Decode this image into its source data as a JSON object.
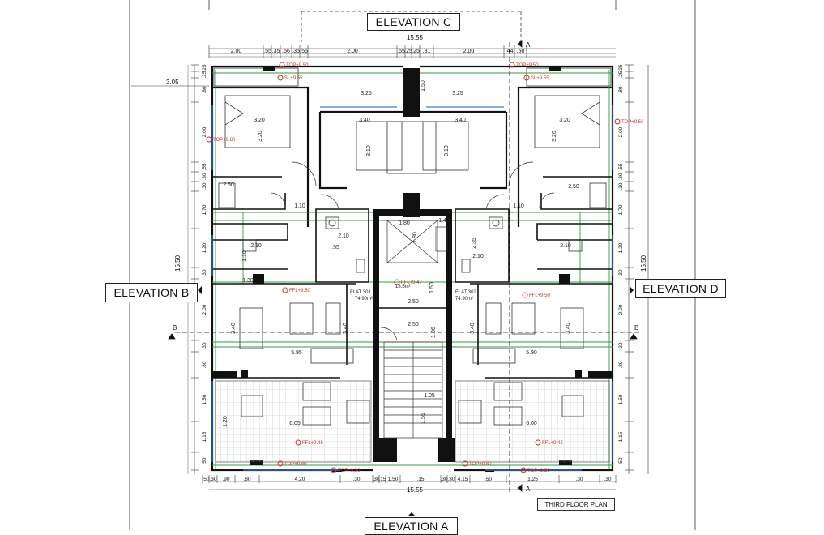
{
  "drawing": {
    "elevations": {
      "top": "ELEVATION C",
      "bottom": "ELEVATION A",
      "left": "ELEVATION B",
      "right": "ELEVATION D"
    },
    "sheet_title": "THIRD FLOOR PLAN",
    "section_markers": [
      "A",
      "A",
      "B",
      "B"
    ],
    "overall": {
      "width": "15.55",
      "height": "15.50"
    },
    "top_dims": [
      "2.00",
      ".55",
      ".35",
      ".56",
      ".35",
      ".56",
      "2.00",
      ".55",
      ".25",
      ".25",
      ".81",
      "2.00",
      ".44",
      ".50"
    ],
    "bottom_dims": [
      ".50",
      ".30",
      ".90",
      ".80",
      "4.20",
      ".30",
      ".30",
      ".15",
      "1.50",
      ".15",
      ".30",
      ".30",
      "4.15",
      ".50",
      "1.25",
      ".30",
      ".30"
    ],
    "left_dims": [
      ".25",
      ".25",
      ".80",
      "2.00",
      ".55",
      ".30",
      ".30",
      "1.70",
      "1.20",
      ".30",
      "2.00",
      ".30",
      ".80",
      "1.50",
      "1.15",
      ".50"
    ],
    "left_offset": "3.05",
    "right_dims": [
      ".25",
      ".25",
      ".80",
      "2.00",
      ".55",
      ".30",
      ".30",
      "1.70",
      "1.20",
      ".30",
      "2.00",
      ".30",
      ".80",
      "1.50",
      "1.15",
      ".50"
    ],
    "level_tags": {
      "top_left": "TOP+9.50",
      "sl": "SL+9.55",
      "top_right": "TOP+9.50",
      "sl_right": "SL+9.55",
      "top_side_right": "TOP+9.50",
      "top_side_left": "TOP+9.80",
      "ffl_left": "FFL+9.50",
      "ffl_core": "FFL+9.47",
      "ffl_right": "FFL+9.50",
      "ffl_terrace_left": "FFL+9.45",
      "ffl_terrace_right": "FFL+9.45",
      "top_bottom_1": "TOP+9.80",
      "top_bottom_2": "TOP+9.50",
      "top_bottom_3": "TOP+9.80",
      "top_bottom_4": "TOP+9.50"
    },
    "room_dims": {
      "bed_left_w": "3.20",
      "bed_left_h": "3.20",
      "corridor_left": "3.25",
      "corridor_right": "3.25",
      "bed_center_left_w": "3.40",
      "bed_center_left_h": "3.10",
      "bed_center_right_w": "3.40",
      "bed_center_right_h": "3.10",
      "bed_right_w": "3.20",
      "bed_right_h": "3.20",
      "bath_left": "2.60",
      "bath_right": "2.50",
      "hall_left": "1.10",
      "hall_right": "1.10",
      "bath2_left": "2.10",
      "bath2_right": "2.10",
      "lift_w": "1.80",
      "lift_h": "1.80",
      "wc_left": ".55",
      "wc_left2": "2.10",
      "wc_right": "2.35",
      "wc_right2": "2.10",
      "living_left_h": "3.40",
      "living_right_h": "3.40",
      "dining_left": "3.40",
      "dining_right": "3.40",
      "stair_w": "2.50",
      "stair_land": "2.50",
      "living_width_left": "5.95",
      "living_width_right": "5.90",
      "stair_d": "1.05",
      "stair_h": "1.55",
      "terrace_left": "6.05",
      "terrace_right": "6.00",
      "terrace_h": "1.20",
      "small_130": "1.30",
      "small_150": "1.50",
      "small_106": "1.06",
      "small_145": "1.45",
      "small_1": "1.50",
      "small_2": "1.10"
    },
    "flats": {
      "left": {
        "name": "FLAT 301",
        "area": "74.90m²"
      },
      "right": {
        "name": "FLAT 302",
        "area": "74.90m²"
      },
      "core_area": "18.5m²"
    }
  }
}
